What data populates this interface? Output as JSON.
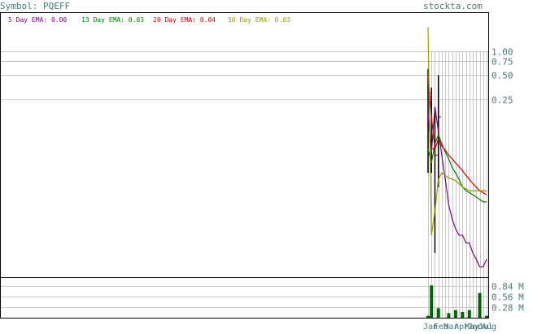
{
  "header": {
    "symbol_label": "Symbol: PQEFF",
    "watermark": "stockta.com"
  },
  "legend": [
    {
      "label": "5 Day EMA: 0.00",
      "color": "#800080"
    },
    {
      "label": "13 Day EMA: 0.03",
      "color": "#008000"
    },
    {
      "label": "20 Day EMA: 0.04",
      "color": "#cc0000"
    },
    {
      "label": "50 Day EMA: 0.03",
      "color": "#999900"
    }
  ],
  "colors": {
    "frame": "#000000",
    "grid": "#c8c8c8",
    "tick_text": "#4a7a7a",
    "volume_bar": "#006400",
    "price_wick": "#000000",
    "price_up": "#00aa00",
    "price_down": "#cc0000"
  },
  "chart_data": [
    {
      "type": "line",
      "title": "",
      "y_scale": "log",
      "yticks": [
        {
          "value": 1.0,
          "label": "1.00"
        },
        {
          "value": 0.75,
          "label": "0.75"
        },
        {
          "value": 0.5,
          "label": "0.50"
        },
        {
          "value": 0.25,
          "label": "0.25"
        }
      ],
      "ylim": [
        0.0015,
        3.0
      ],
      "x": [
        0,
        1,
        2,
        3,
        4,
        5,
        6,
        7,
        8,
        9,
        10,
        11,
        12,
        13,
        14,
        15,
        16,
        17
      ],
      "xticks": [
        {
          "index": 0,
          "label": "Jan"
        },
        {
          "index": 3,
          "label": "Feb"
        },
        {
          "index": 6,
          "label": "Mar"
        },
        {
          "index": 9,
          "label": "Apr"
        },
        {
          "index": 12,
          "label": "May"
        },
        {
          "index": 13,
          "label": "Jun"
        },
        {
          "index": 16,
          "label": "Jul"
        },
        {
          "index": 17,
          "label": "Aug"
        }
      ],
      "series": [
        {
          "name": "5 Day EMA",
          "color": "#800080",
          "values": [
            0.16,
            0.055,
            0.2,
            0.1,
            0.05,
            0.025,
            0.012,
            0.008,
            0.006,
            0.005,
            0.005,
            0.004,
            0.004,
            0.003,
            0.0025,
            0.002,
            0.002,
            0.0025
          ]
        },
        {
          "name": "13 Day EMA",
          "color": "#008000",
          "values": [
            0.06,
            0.04,
            0.07,
            0.09,
            0.07,
            0.055,
            0.045,
            0.035,
            0.03,
            0.025,
            0.02,
            0.018,
            0.017,
            0.016,
            0.015,
            0.014,
            0.013,
            0.013
          ]
        },
        {
          "name": "20 Day EMA",
          "color": "#cc0000",
          "values": [
            0.5,
            0.15,
            0.06,
            0.08,
            0.065,
            0.058,
            0.05,
            0.045,
            0.04,
            0.036,
            0.032,
            0.028,
            0.025,
            0.022,
            0.02,
            0.018,
            0.017,
            0.016
          ]
        },
        {
          "name": "50 Day EMA",
          "color": "#999900",
          "values": [
            2.0,
            0.005,
            0.01,
            0.025,
            0.03,
            0.028,
            0.026,
            0.025,
            0.024,
            0.022,
            0.02,
            0.019,
            0.018,
            0.018,
            0.018,
            0.018,
            0.018,
            0.018
          ]
        }
      ],
      "price_bars": [
        {
          "x": 0,
          "high": 0.6,
          "low": 0.03,
          "close": 0.3,
          "dir": "down"
        },
        {
          "x": 1,
          "high": 0.35,
          "low": 0.03,
          "close": 0.06,
          "dir": "up"
        },
        {
          "x": 2,
          "high": 0.2,
          "low": 0.003,
          "close": 0.05,
          "dir": "down"
        },
        {
          "x": 3,
          "high": 0.5,
          "low": 0.02,
          "close": 0.15,
          "dir": "down"
        }
      ]
    },
    {
      "type": "bar",
      "title": "",
      "ylabel": "",
      "yticks": [
        {
          "value": 0.84,
          "label": "0.84 M"
        },
        {
          "value": 0.56,
          "label": "0.56 M"
        },
        {
          "value": 0.28,
          "label": "0.28 M"
        }
      ],
      "ylim": [
        0,
        1.05
      ],
      "x": [
        0,
        1,
        2,
        3,
        4,
        5,
        6,
        7,
        8,
        9,
        10,
        11,
        12,
        13,
        14,
        15,
        16,
        17
      ],
      "values": [
        0.05,
        0.85,
        0.0,
        0.25,
        0.0,
        0.0,
        0.12,
        0.0,
        0.2,
        0.0,
        0.15,
        0.0,
        0.2,
        0.0,
        0.0,
        0.65,
        0.0,
        0.05
      ]
    }
  ]
}
